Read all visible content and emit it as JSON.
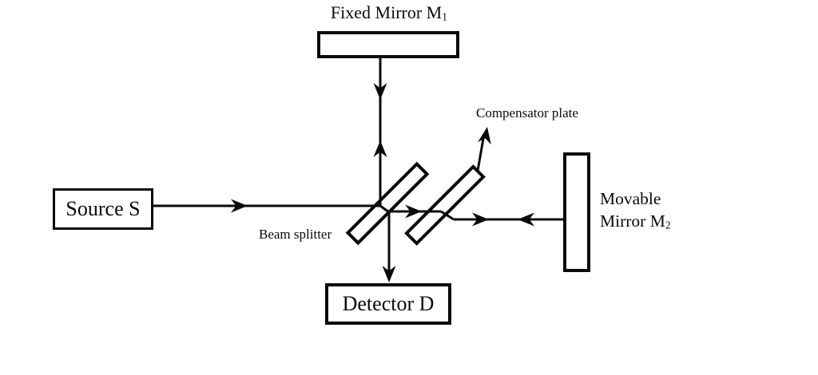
{
  "labels": {
    "fixed_mirror_text": "Fixed Mirror M",
    "fixed_mirror_sub": "1",
    "compensator": "Compensator plate",
    "beam_splitter": "Beam splitter",
    "source": "Source S",
    "detector": "Detector D",
    "movable_line1": "Movable",
    "movable_line2": "Mirror M",
    "movable_sub": "2"
  },
  "colors": {
    "stroke": "#0a0a0a",
    "background": "#ffffff"
  }
}
